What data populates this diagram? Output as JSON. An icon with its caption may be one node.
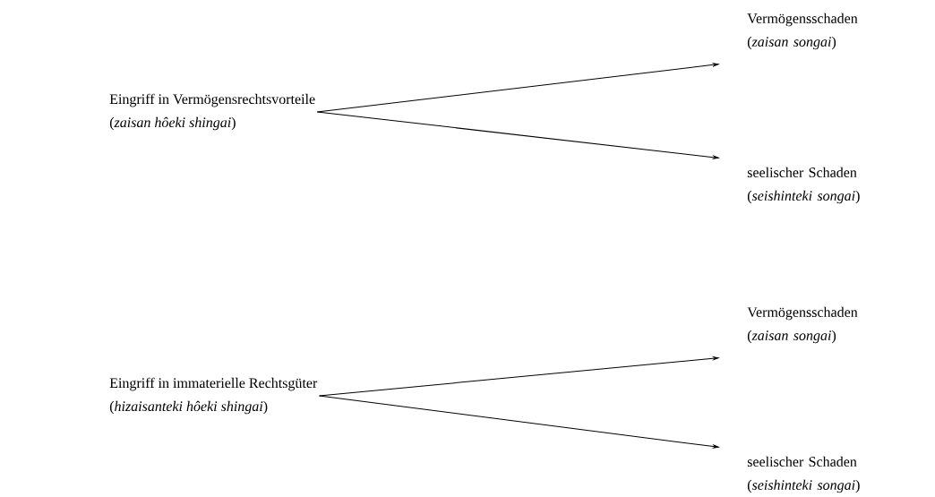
{
  "diagram": {
    "nodes": [
      {
        "text": [
          "Eingriff in Vermögensrechtsvorteile",
          "(*zaisan hôeki shingai*)"
        ]
      },
      {
        "text": [
          "Vermögensschaden",
          "(*zaisan songai*)"
        ]
      },
      {
        "text": [
          "seelischer Schaden",
          "(*seishinteki songai*)"
        ]
      },
      {
        "text": [
          "Eingriff in immaterielle Rechtsgüter",
          "(*hizaisanteki hôeki shingai*)"
        ]
      },
      {
        "text": [
          "Vermögensschaden",
          "(*zaisan songai*)"
        ]
      },
      {
        "text": [
          "seelischer Schaden",
          "(*seishinteki songai*)"
        ]
      }
    ],
    "edges": [
      {
        "from": 0,
        "to": 1,
        "arrow": "to"
      },
      {
        "from": 0,
        "to": 2,
        "arrow": "to"
      },
      {
        "from": 3,
        "to": 4,
        "arrow": "to"
      },
      {
        "from": 3,
        "to": 5,
        "arrow": "to"
      }
    ]
  }
}
